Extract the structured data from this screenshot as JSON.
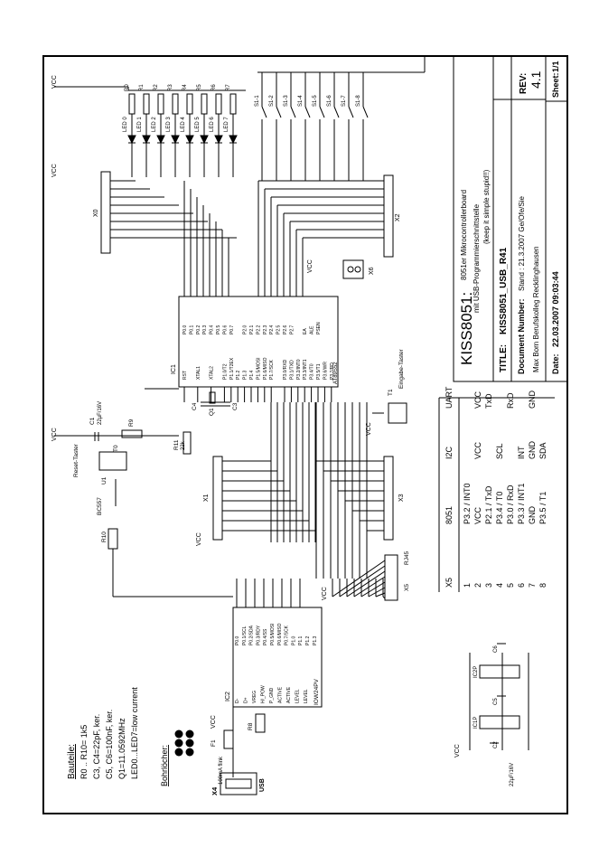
{
  "title_block": {
    "project": "KISS8051:",
    "subtitle_1": "8051er Mikrocontrollerboard",
    "subtitle_2": "mit USB-Programmierschnittstelle",
    "subtitle_3": "(keep it simple stupid!!)",
    "rev_label": "REV:",
    "rev_value": "4.1",
    "title_label": "TITLE:",
    "title_value": "KISS8051_USB_R41",
    "docnum_label": "Document Number:",
    "stand": "Stand : 21.3.2007 Ge/Ofe/Sie",
    "school": "Max Born Berufskolleg Recklinghausen",
    "date_label": "Date:",
    "date_value": "22.03.2007 09:03:44",
    "sheet_label": "Sheet:",
    "sheet_value": "1/1"
  },
  "parts_list": {
    "heading": "Bauteile:",
    "lines": [
      "R0 .. R10= 1k5",
      "C3, C4=22pF, ker.",
      "C5, C6=100nF, ker.",
      "Q1=11.0592MHz",
      "LED0...LED7=low current"
    ],
    "holes_heading": "Bohrlöcher:"
  },
  "connector_table": {
    "headers": [
      "X5",
      "8051",
      "I2C",
      "UART"
    ],
    "rows": [
      [
        "1",
        "P3.2 / INT0",
        "",
        ""
      ],
      [
        "2",
        "VCC",
        "VCC",
        "VCC"
      ],
      [
        "3",
        "P2.1 / TxD",
        "",
        "TxD"
      ],
      [
        "4",
        "P3.4 / T0",
        "SCL",
        ""
      ],
      [
        "5",
        "P3.0 / RxD",
        "",
        "RxD"
      ],
      [
        "6",
        "P3.3 / INT1",
        "INT",
        ""
      ],
      [
        "7",
        "GND",
        "GND",
        "GND"
      ],
      [
        "8",
        "P3.5 / T1",
        "SDA",
        ""
      ]
    ]
  },
  "labels": {
    "vcc": "VCC",
    "ic1_name": "IC1",
    "ic1_part": "AT89S52",
    "ic2_name": "IC2",
    "ic2_part": "IOW24PV",
    "ic1p": "IC1P",
    "ic2p": "IC2P",
    "x0": "X0",
    "x1": "X1",
    "x2": "X2",
    "x3": "X3",
    "x4": "X4",
    "x5": "X5",
    "x6": "X6",
    "rj45": "RJ45",
    "usb": "USB",
    "reset": "Reset-Taster",
    "input_button": "Eingabe-Taster",
    "t0": "T0",
    "t1": "T1",
    "u1": "U1",
    "bc557": "BC557",
    "r9": "R9",
    "r10": "R10",
    "r11": "R11",
    "r11_val": "22k",
    "r8": "R8",
    "c1": "C1",
    "c1_val": "22µF/16V",
    "c2": "C2",
    "c2_val": "22µF/16V",
    "c3": "C3",
    "c4": "C4",
    "c5": "C5",
    "c6": "C6",
    "q1": "Q1",
    "f1": "F1",
    "f1_val": "100mA flink",
    "resistors": [
      "R0",
      "R1",
      "R2",
      "R3",
      "R4",
      "R5",
      "R6",
      "R7"
    ],
    "leds": [
      "LED 0",
      "LED 1",
      "LED 2",
      "LED 3",
      "LED 4",
      "LED 5",
      "LED 6",
      "LED 7"
    ],
    "switches": [
      "S1-1",
      "S1-2",
      "S1-3",
      "S1-4",
      "S1-5",
      "S1-6",
      "S1-7",
      "S1-8"
    ],
    "ic1_left_pins": [
      "P0.0",
      "P0.1",
      "P0.2",
      "P0.3",
      "P0.4",
      "P0.5",
      "P0.6",
      "P0.7",
      "",
      "P2.0",
      "P2.1",
      "P2.2",
      "P2.3",
      "P2.4",
      "P2.5",
      "P2.6",
      "P2.7",
      "",
      "EA",
      "ALE",
      "PSEN"
    ],
    "ic1_right_pins": [
      "RST",
      "",
      "XTAL1",
      "",
      "XTAL2",
      "",
      "P1.0/T2",
      "P1.1/T2EX",
      "P1.2",
      "P1.3",
      "P1.4",
      "P1.5/MOSI",
      "P1.6/MISO",
      "P1.7/SCK",
      "",
      "P3.0/RXD",
      "P3.1/TXD",
      "P3.2/INT0",
      "P3.3/INT1",
      "P3.4/T0",
      "P3.5/T1",
      "P3.6/WR",
      "P3.7/RD"
    ],
    "ic2_pins": [
      "P0.0",
      "P0.1/SCL",
      "P0.2/SDA",
      "P0.3/RDY",
      "P0.4/SS",
      "P0.5/MOSI",
      "P0.6/MISO",
      "P0.7/SCK",
      "P1.0",
      "P1.1",
      "P1.2",
      "P1.3"
    ],
    "ic2_left_pins": [
      "D-",
      "D+",
      "VREG",
      "H/_POW",
      "P_GND",
      "ACTIVE",
      "ACTIVE",
      "LEVEL",
      "LEVEL"
    ]
  }
}
